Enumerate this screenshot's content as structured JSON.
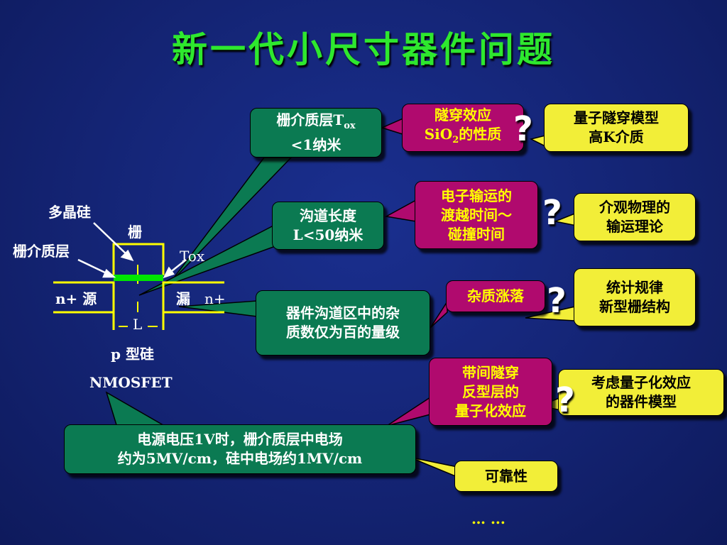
{
  "title": "新一代小尺寸器件问题",
  "diagram": {
    "poly_si": "多晶硅",
    "gate": "栅",
    "gate_dielectric": "栅介质层",
    "tox": "Tox",
    "n_plus_source": "n+ 源",
    "drain": "漏",
    "n_plus_drain": "n+",
    "length": "L",
    "p_si": "p 型硅",
    "device": "NMOSFET"
  },
  "boxes": {
    "gate_dielectric_line1": "栅介质层T",
    "gate_dielectric_sub": "ox",
    "gate_dielectric_line2": "<1纳米",
    "channel_length_line1": "沟道长度",
    "channel_length_line2": "L<50纳米",
    "dopant_line1": "器件沟道区中的杂",
    "dopant_line2": "质数仅为百的量级",
    "voltage_line1": "电源电压1V时，栅介质层中电场",
    "voltage_line2": "约为5MV/cm，硅中电场约1MV/cm",
    "tunnel_line1": "隧穿效应",
    "tunnel_line2_a": "SiO",
    "tunnel_line2_sub": "2",
    "tunnel_line2_b": "的性质",
    "transport_line1": "电子输运的",
    "transport_line2": "渡越时间～",
    "transport_line3": "碰撞时间",
    "fluctuation": "杂质涨落",
    "band_line1": "带间隧穿",
    "band_line2": "反型层的",
    "band_line3": "量子化效应",
    "quantum_model_line1": "量子隧穿模型",
    "quantum_model_line2": "高K介质",
    "mesoscopic_line1": "介观物理的",
    "mesoscopic_line2": "输运理论",
    "statistical_line1": "统计规律",
    "statistical_line2": "新型栅结构",
    "quantization_line1": "考虑量子化效应",
    "quantization_line2": "的器件模型",
    "reliability": "可靠性",
    "ellipsis": "… ..."
  },
  "question_mark": "?",
  "colors": {
    "background": "#152679",
    "title": "#2ee82e",
    "green_box": "#0b7a52",
    "magenta_box": "#b00a6e",
    "yellow_box": "#f2ee38",
    "diagram_lines": "#ffff00",
    "dielectric": "#00e600"
  }
}
